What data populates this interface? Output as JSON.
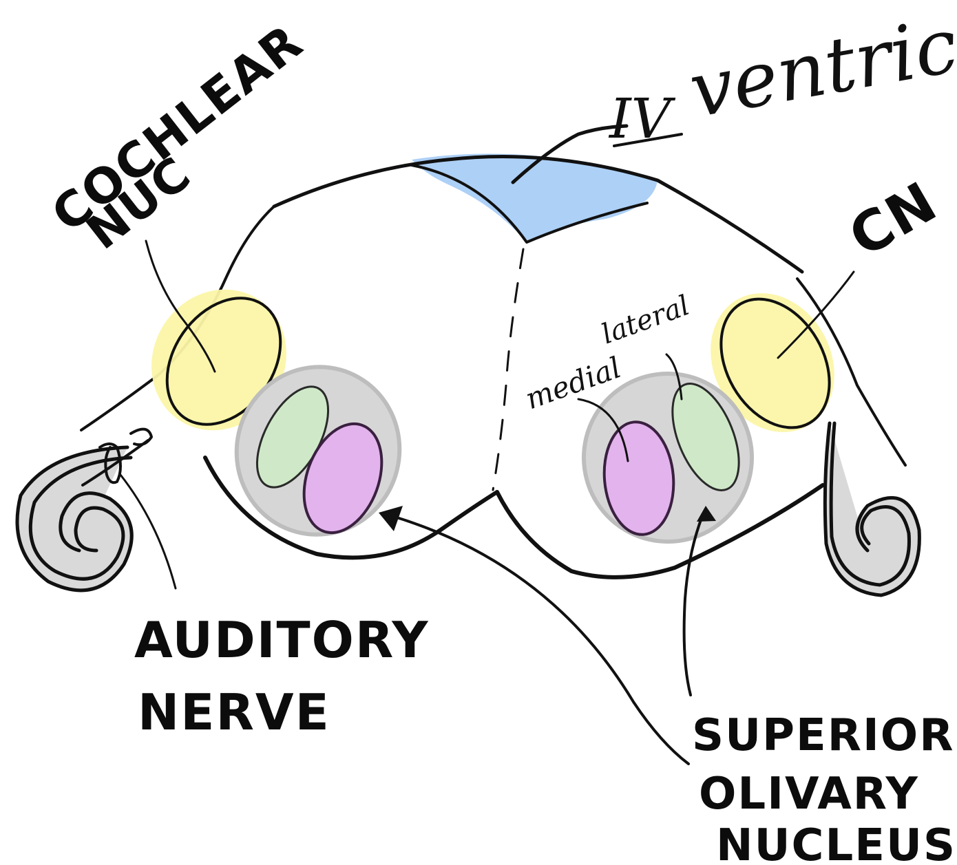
{
  "labels": {
    "cochlear_nuc_line1": "COCHLEAR",
    "cochlear_nuc_line2": "NUC",
    "ventricle_numeral": "IV",
    "ventricle_word": "ventricle",
    "cn": "CN",
    "lateral": "lateral",
    "medial": "medial",
    "auditory_line1": "AUDITORY",
    "auditory_line2": "NERVE",
    "son_line1": "SUPERIOR",
    "son_line2": "OLIVARY",
    "son_line3": "NUCLEUS"
  },
  "colors": {
    "ventricle": "#a9cdf5",
    "cochlear_nucleus": "#fbf6a6",
    "lateral_nucleus": "#cfe9c8",
    "medial_nucleus": "#e2b3ec",
    "olivary_halo": "#d6d6d6",
    "cochlea": "#d9d9d9",
    "ink": "#111111"
  }
}
